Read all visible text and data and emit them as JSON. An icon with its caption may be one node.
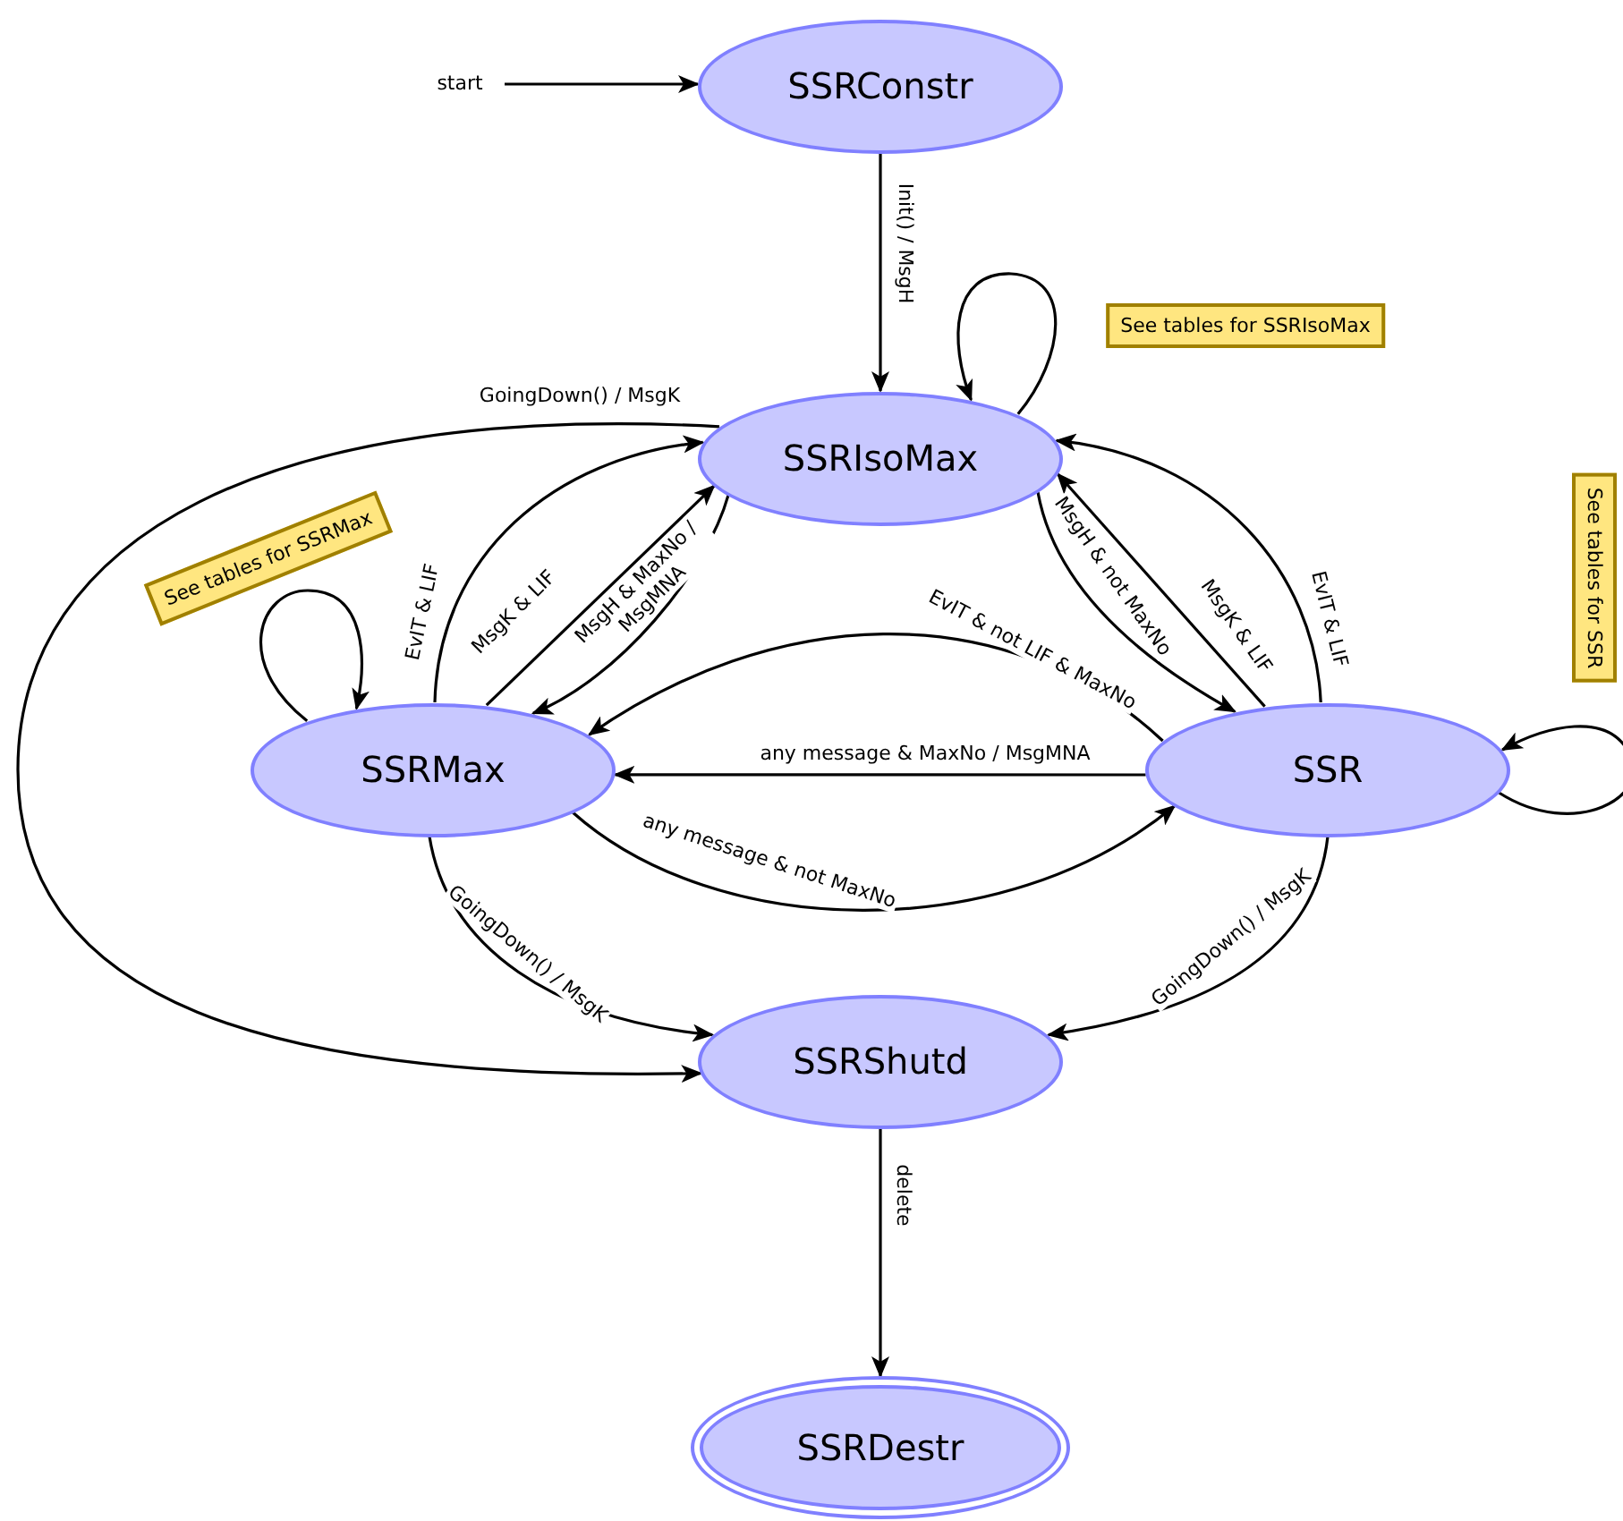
{
  "diagram": {
    "nodes": [
      {
        "text": [
          "start"
        ]
      },
      {
        "text": [
          "SSRConstr"
        ]
      },
      {
        "text": [
          "SSRIsoMax"
        ]
      },
      {
        "text": [
          "SSRMax"
        ]
      },
      {
        "text": [
          "SSR"
        ]
      },
      {
        "text": [
          "SSRShutd"
        ]
      },
      {
        "text": [
          "SSRDestr"
        ]
      }
    ],
    "edges": [
      {
        "from": 0,
        "to": 1,
        "arrow": "to"
      },
      {
        "from": 1,
        "to": 2,
        "arrow": "to",
        "label": "Init() / MsgH"
      },
      {
        "from": 2,
        "to": 2,
        "arrow": "to"
      },
      {
        "from": 2,
        "to": 5,
        "arrow": "to",
        "label": "GoingDown() / MsgK"
      },
      {
        "from": 3,
        "to": 2,
        "arrow": "to",
        "label": "EvIT & LIF"
      },
      {
        "from": 3,
        "to": 2,
        "arrow": "to",
        "label": "MsgK & LIF"
      },
      {
        "from": 2,
        "to": 3,
        "arrow": "to",
        "label": "MsgH & MaxNo / MsgMNA"
      },
      {
        "from": 3,
        "to": 3,
        "arrow": "to"
      },
      {
        "from": 2,
        "to": 4,
        "arrow": "to",
        "label": "MsgH & not MaxNo"
      },
      {
        "from": 4,
        "to": 2,
        "arrow": "to",
        "label": "MsgK & LIF"
      },
      {
        "from": 4,
        "to": 2,
        "arrow": "to",
        "label": "EvIT & LIF"
      },
      {
        "from": 4,
        "to": 3,
        "arrow": "to",
        "label": "EvIT & not LIF & MaxNo"
      },
      {
        "from": 4,
        "to": 3,
        "arrow": "to",
        "label": "any message & MaxNo / MsgMNA"
      },
      {
        "from": 3,
        "to": 4,
        "arrow": "to",
        "label": "any message & not MaxNo"
      },
      {
        "from": 4,
        "to": 4,
        "arrow": "to"
      },
      {
        "from": 3,
        "to": 5,
        "arrow": "to",
        "label": "GoingDown() / MsgK"
      },
      {
        "from": 4,
        "to": 5,
        "arrow": "to",
        "label": "GoingDown() / MsgK"
      },
      {
        "from": 5,
        "to": 6,
        "arrow": "to",
        "label": "delete"
      }
    ],
    "labels": [
      "See tables for SSRIsoMax",
      "See tables for SSRMax",
      "See tables for SSR"
    ]
  }
}
